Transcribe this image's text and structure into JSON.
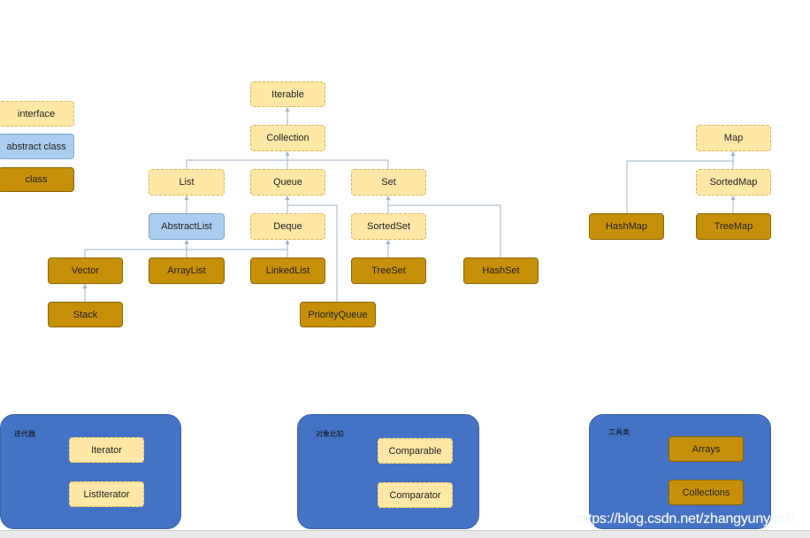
{
  "legend": {
    "interface": "interface",
    "abstract_class": "abstract class",
    "class": "class"
  },
  "collection": {
    "iterable": "Iterable",
    "collection": "Collection",
    "list": "List",
    "queue": "Queue",
    "set": "Set",
    "abstract_list": "AbstractList",
    "deque": "Deque",
    "sorted_set": "SortedSet",
    "vector": "Vector",
    "array_list": "ArrayList",
    "linked_list": "LinkedList",
    "tree_set": "TreeSet",
    "hash_set": "HashSet",
    "stack": "Stack",
    "priority_queue": "PriorityQueue"
  },
  "map": {
    "map": "Map",
    "sorted_map": "SortedMap",
    "hash_map": "HashMap",
    "tree_map": "TreeMap"
  },
  "groups": {
    "iterators": {
      "title": "迭代器",
      "items": [
        "Iterator",
        "ListIterator"
      ]
    },
    "comparison": {
      "title": "对象比较",
      "items": [
        "Comparable",
        "Comparator"
      ]
    },
    "utilities": {
      "title": "工具类",
      "items": [
        "Arrays",
        "Collections"
      ]
    }
  },
  "watermark": "https://blog.csdn.net/zhangyunyunE"
}
